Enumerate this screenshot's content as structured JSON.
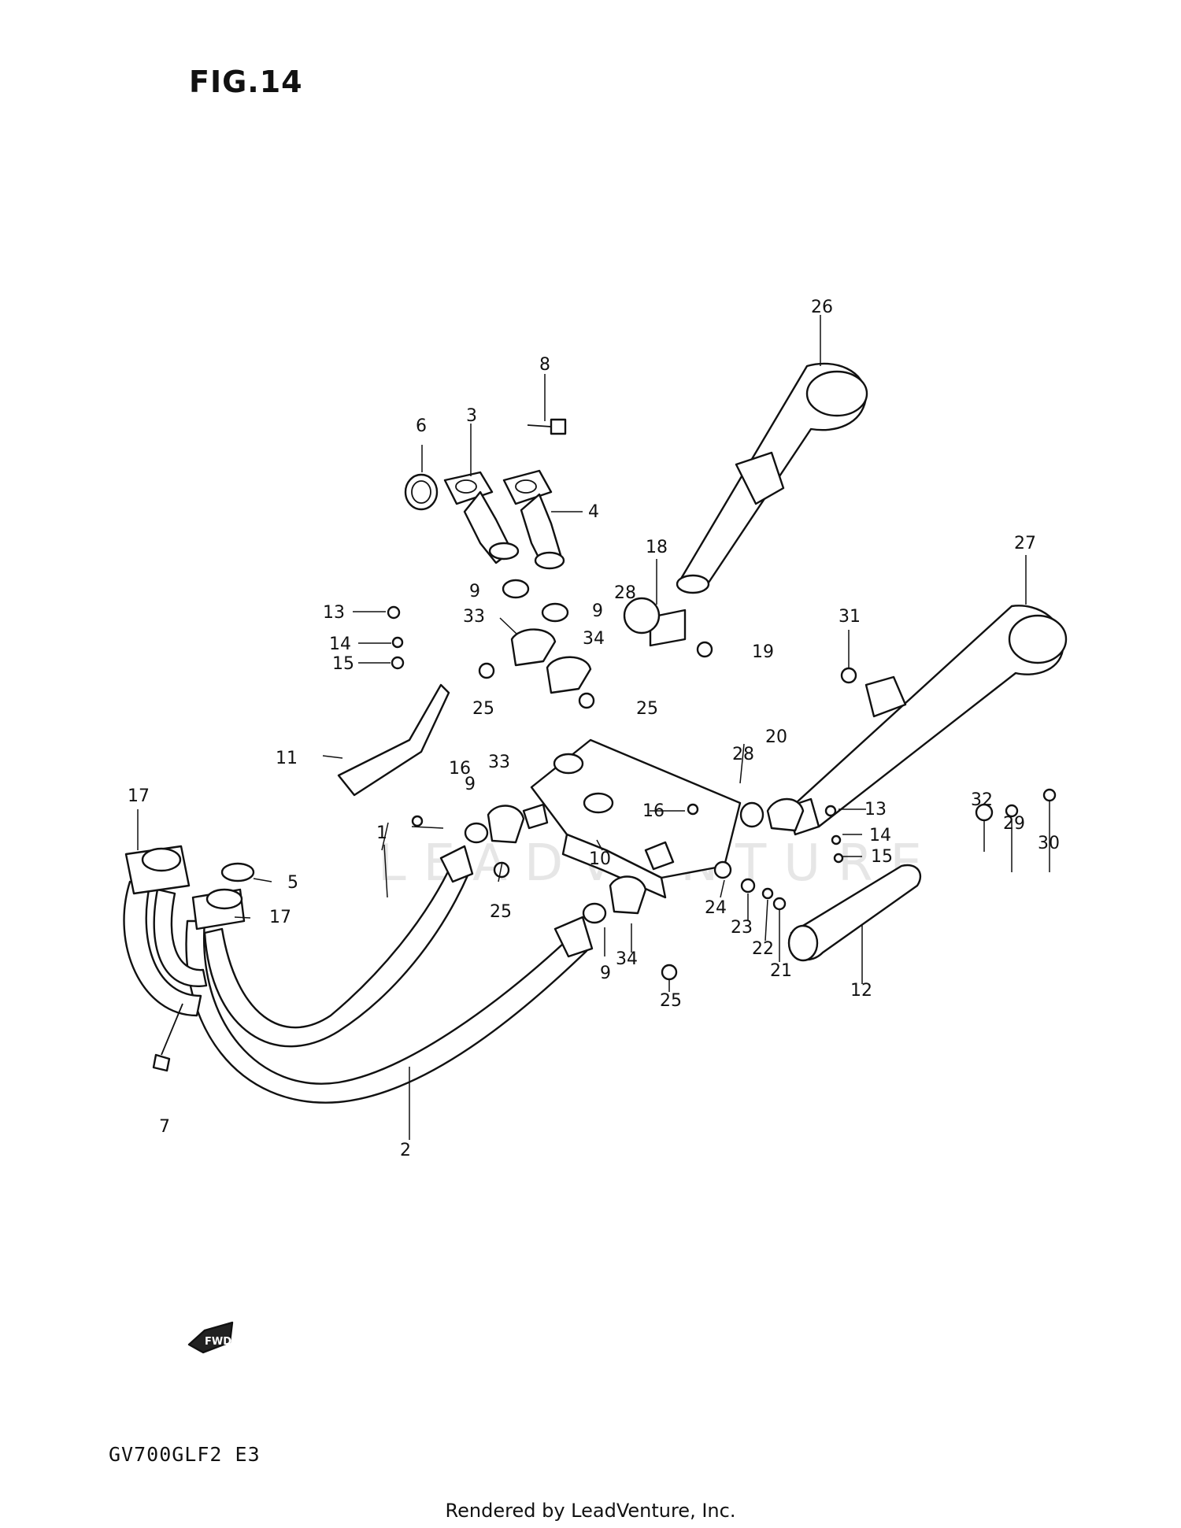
{
  "figure": {
    "title": "FIG.14",
    "model_code": "GV700GLF2  E3",
    "footer": "Rendered by LeadVenture, Inc.",
    "watermark": "LEADVENTURE",
    "fwd_arrow_label": "FWD"
  },
  "callouts": [
    "26",
    "8",
    "6",
    "3",
    "4",
    "27",
    "18",
    "9",
    "9",
    "28",
    "13",
    "33",
    "31",
    "34",
    "19",
    "14",
    "15",
    "25",
    "25",
    "11",
    "16",
    "33",
    "20",
    "28",
    "17",
    "9",
    "16",
    "13",
    "1",
    "10",
    "14",
    "15",
    "5",
    "17",
    "25",
    "24",
    "23",
    "22",
    "21",
    "12",
    "9",
    "34",
    "25",
    "7",
    "2",
    "32",
    "29",
    "30"
  ]
}
